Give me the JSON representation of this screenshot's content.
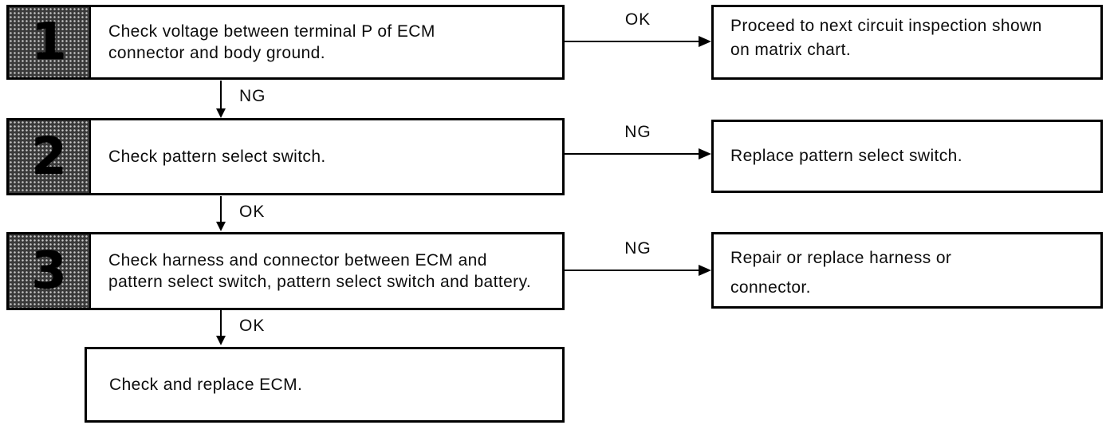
{
  "steps": [
    {
      "number": "1",
      "text": "Check voltage between terminal P of ECM connector and body ground.",
      "branch_label": "OK",
      "branch_text": "Proceed to next circuit inspection shown on matrix chart.",
      "down_label": "NG"
    },
    {
      "number": "2",
      "text": "Check pattern select switch.",
      "branch_label": "NG",
      "branch_text": "Replace pattern select switch.",
      "down_label": "OK"
    },
    {
      "number": "3",
      "text": "Check harness and connector between ECM and pattern select switch, pattern select switch and battery.",
      "branch_label": "NG",
      "branch_text": "Repair or replace harness or connector.",
      "down_label": "OK"
    }
  ],
  "final_box": {
    "text": "Check and replace ECM."
  },
  "colors": {
    "line": "#000000",
    "text": "#0d0d0d",
    "background": "#ffffff",
    "border": "#000000",
    "badge_bg": "#3a3a3a",
    "badge_dot": "#c9c9c9"
  }
}
